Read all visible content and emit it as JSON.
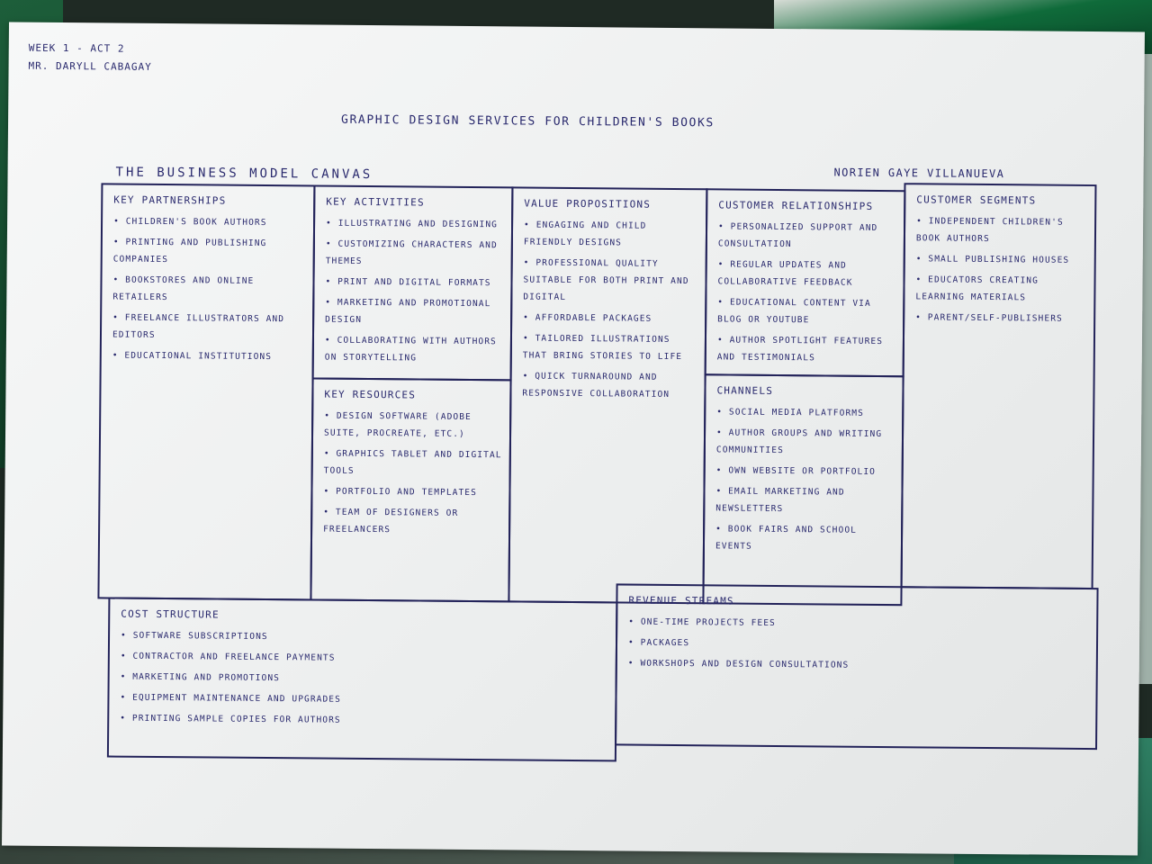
{
  "header": {
    "week": "WEEK 1 - ACT 2",
    "teacher": "MR. DARYLL CABAGAY",
    "title": "GRAPHIC DESIGN SERVICES FOR CHILDREN'S BOOKS",
    "canvas_label": "THE BUSINESS MODEL CANVAS",
    "author": "NORIEN GAYE VILLANUEVA"
  },
  "canvas": {
    "key_partnerships": {
      "title": "KEY PARTNERSHIPS",
      "items": [
        "CHILDREN'S BOOK AUTHORS",
        "PRINTING AND PUBLISHING COMPANIES",
        "BOOKSTORES AND ONLINE RETAILERS",
        "FREELANCE ILLUSTRATORS AND EDITORS",
        "EDUCATIONAL INSTITUTIONS"
      ]
    },
    "key_activities": {
      "title": "KEY ACTIVITIES",
      "items": [
        "ILLUSTRATING AND DESIGNING",
        "CUSTOMIZING CHARACTERS AND THEMES",
        "PRINT AND DIGITAL FORMATS",
        "MARKETING AND PROMOTIONAL DESIGN",
        "COLLABORATING WITH AUTHORS ON STORYTELLING"
      ]
    },
    "key_resources": {
      "title": "KEY RESOURCES",
      "items": [
        "DESIGN SOFTWARE (ADOBE SUITE, PROCREATE, ETC.)",
        "GRAPHICS TABLET AND DIGITAL TOOLS",
        "PORTFOLIO AND TEMPLATES",
        "TEAM OF DESIGNERS OR FREELANCERS"
      ]
    },
    "value_propositions": {
      "title": "VALUE PROPOSITIONS",
      "items": [
        "ENGAGING AND CHILD FRIENDLY DESIGNS",
        "PROFESSIONAL QUALITY SUITABLE FOR BOTH PRINT AND DIGITAL",
        "AFFORDABLE PACKAGES",
        "TAILORED ILLUSTRATIONS THAT BRING STORIES TO LIFE",
        "QUICK TURNAROUND AND RESPONSIVE COLLABORATION"
      ]
    },
    "customer_relationships": {
      "title": "CUSTOMER RELATIONSHIPS",
      "items": [
        "PERSONALIZED SUPPORT AND CONSULTATION",
        "REGULAR UPDATES AND COLLABORATIVE FEEDBACK",
        "EDUCATIONAL CONTENT VIA BLOG OR YOUTUBE",
        "AUTHOR SPOTLIGHT FEATURES AND TESTIMONIALS"
      ]
    },
    "channels": {
      "title": "CHANNELS",
      "items": [
        "SOCIAL MEDIA PLATFORMS",
        "AUTHOR GROUPS AND WRITING COMMUNITIES",
        "OWN WEBSITE OR PORTFOLIO",
        "EMAIL MARKETING AND NEWSLETTERS",
        "BOOK FAIRS AND SCHOOL EVENTS"
      ]
    },
    "customer_segments": {
      "title": "CUSTOMER SEGMENTS",
      "items": [
        "INDEPENDENT CHILDREN'S BOOK AUTHORS",
        "SMALL PUBLISHING HOUSES",
        "EDUCATORS CREATING LEARNING MATERIALS",
        "PARENT/SELF-PUBLISHERS"
      ]
    },
    "cost_structure": {
      "title": "COST STRUCTURE",
      "items": [
        "SOFTWARE SUBSCRIPTIONS",
        "CONTRACTOR AND FREELANCE PAYMENTS",
        "MARKETING AND PROMOTIONS",
        "EQUIPMENT MAINTENANCE AND UPGRADES",
        "PRINTING SAMPLE COPIES FOR AUTHORS"
      ]
    },
    "revenue_streams": {
      "title": "REVENUE STREAMS",
      "items": [
        "ONE-TIME PROJECTS FEES",
        "PACKAGES",
        "WORKSHOPS AND DESIGN CONSULTATIONS"
      ]
    }
  }
}
